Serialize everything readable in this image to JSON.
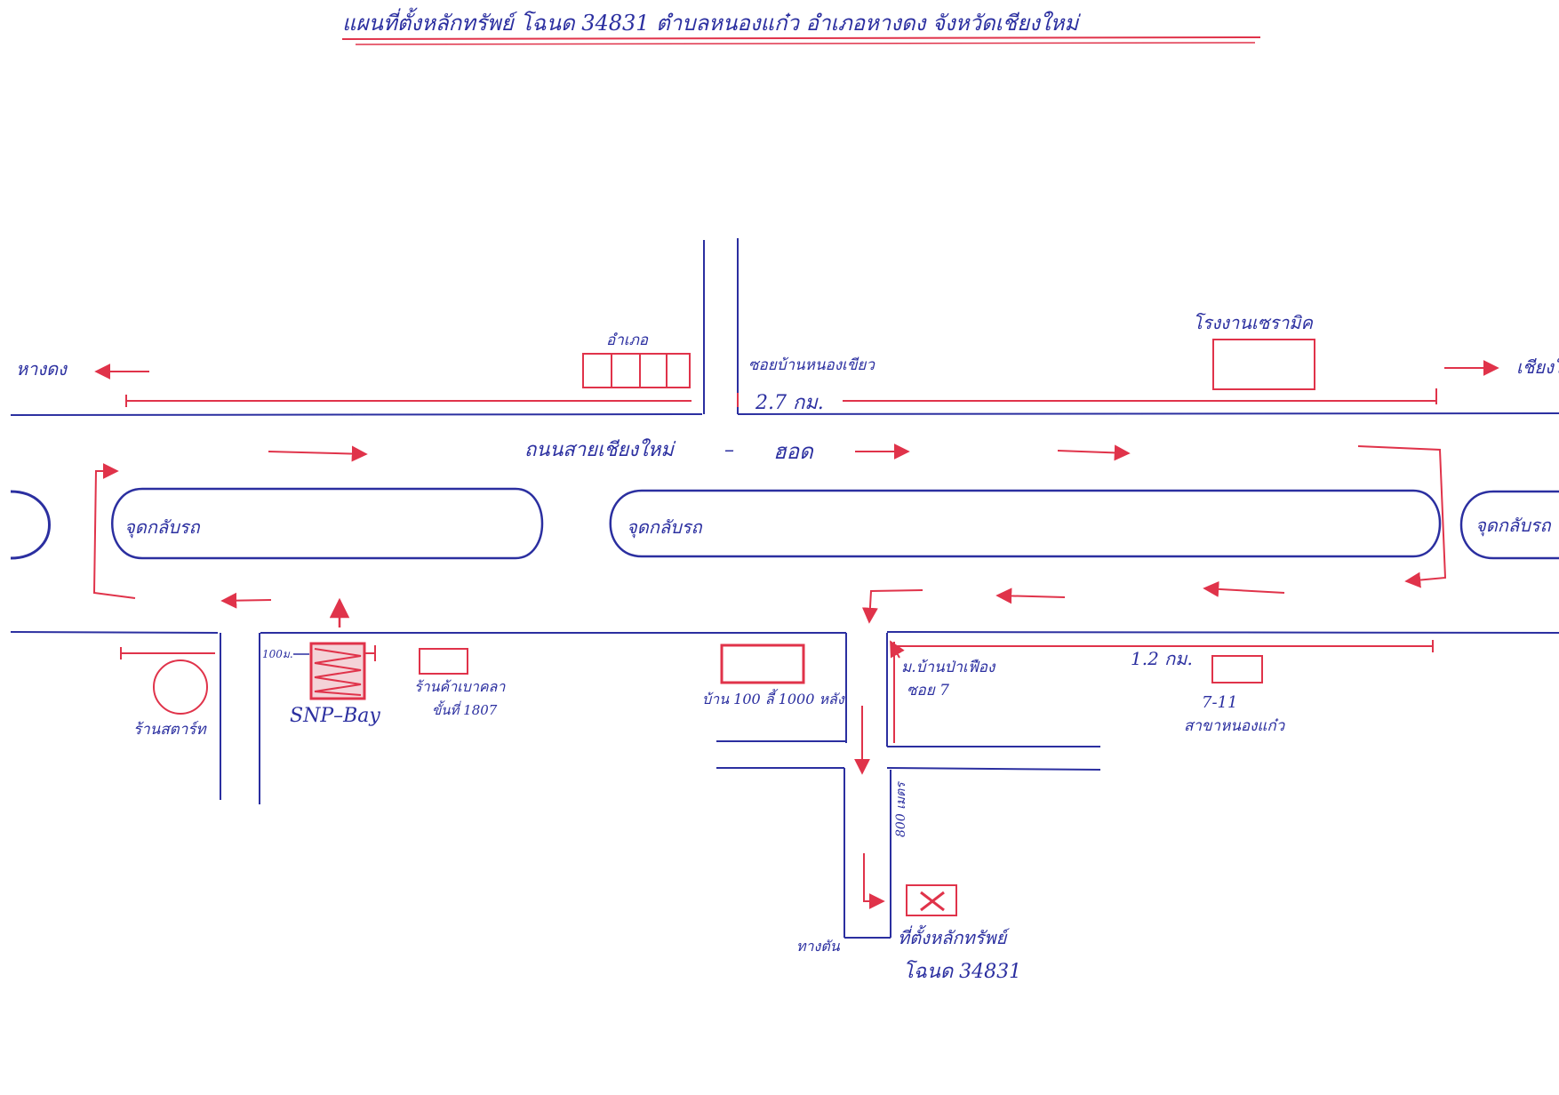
{
  "title": "แผนที่ตั้งหลักทรัพย์ โฉนด 34831 ตำบลหนองแก๋ว อำเภอหางดง จังหวัดเชียงใหม่",
  "colors": {
    "road_ink": "#2b2fa0",
    "marker_ink": "#e0334a",
    "paper": "#ffffff"
  },
  "highway_label": "ถนนสายเชียงใหม่",
  "highway_number": "ฮอด",
  "highway_dash": "–",
  "uturn_label": "จุดกลับรถ",
  "direction_left": "หางดง",
  "direction_right": "เชียงใหม่",
  "soi_label_north": "ซอยบ้านหนองเขียว",
  "distance_north": "2.7 กม.",
  "distance_south": "1.2 กม.",
  "landmark_temple_north": "อำเภอ",
  "landmark_factory": "โรงงานเซรามิค",
  "landmark_round": "ร้านสตาร์ท",
  "landmark_distance_100m": "100ม.",
  "landmark_snp": "SNP–Bay",
  "landmark_small_shop": "ร้านค้าเบาคลา",
  "landmark_small_shop_sub": "ขั้นที่ 1807",
  "landmark_houses": "บ้าน 100 ลี้ 1000 หลัง",
  "landmark_village_soi": "ม.บ้านป่าเฟือง",
  "landmark_village_soi_sub": "ซอย 7",
  "landmark_711": "7-11",
  "landmark_711_sub": "สาขาหนองแก๋ว",
  "side_distance_vertical": "800 เมตร",
  "property_label": "ที่ตั้งหลักทรัพย์",
  "property_deed": "โฉนด 34831",
  "lane_end_label": "ทางตัน",
  "icons": {
    "property_marker": "x-mark-icon",
    "direction_arrow": "arrow-icon"
  }
}
